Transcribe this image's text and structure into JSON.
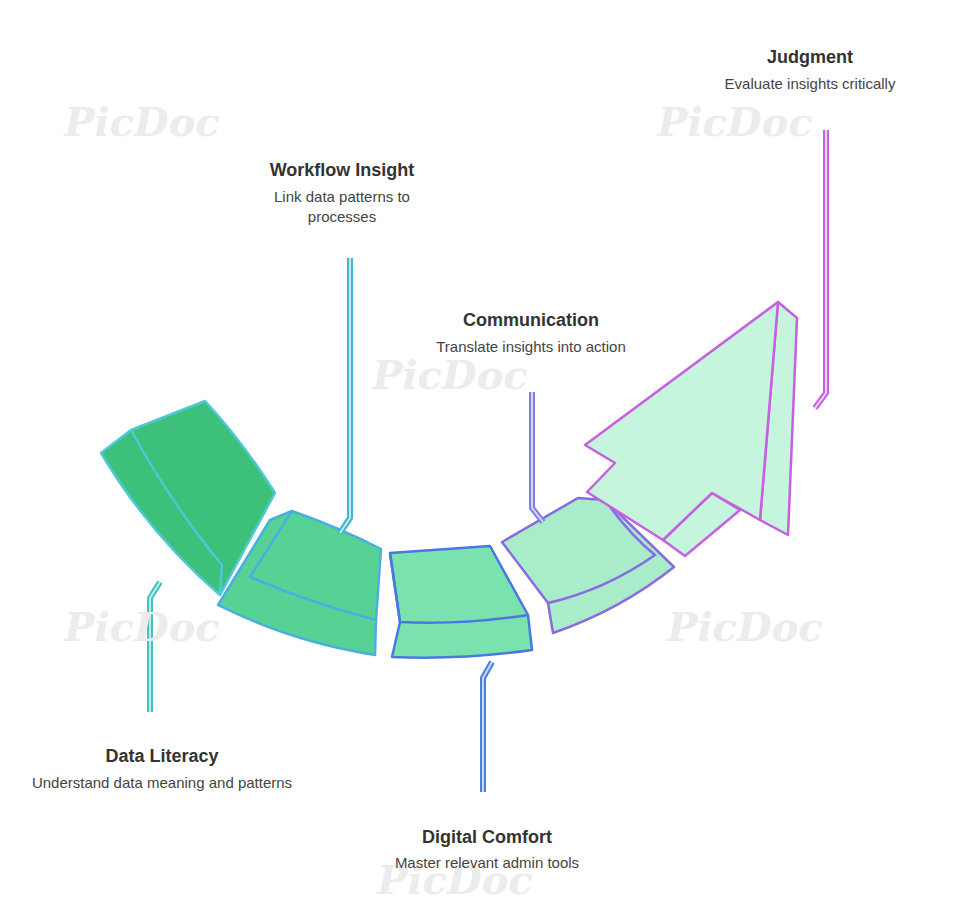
{
  "diagram": {
    "labels": [
      "Data Literacy",
      "Understand data meaning and patterns",
      "Workflow Insight",
      "Link data patterns to processes",
      "Digital Comfort",
      "Master relevant admin tools",
      "Communication",
      "Translate insights into action",
      "Judgment",
      "Evaluate insights critically",
      "PicDoc",
      "PicDoc",
      "PicDoc",
      "PicDoc",
      "PicDoc",
      "PicDoc"
    ]
  }
}
